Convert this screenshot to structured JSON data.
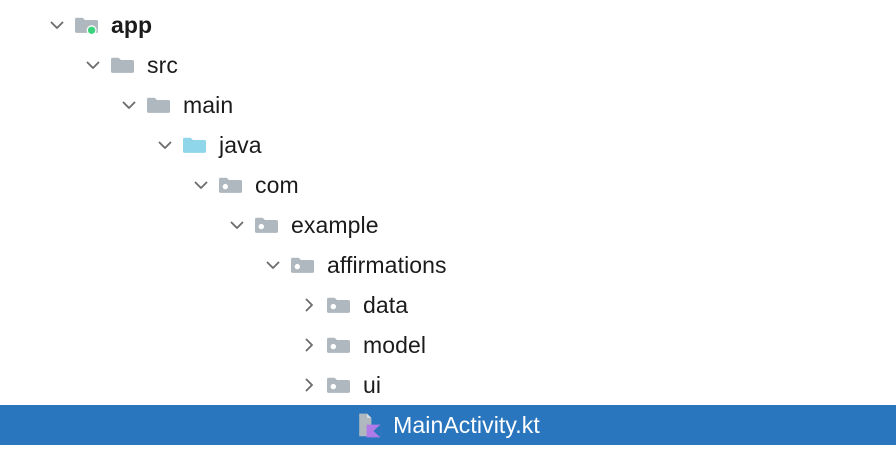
{
  "panel": {
    "name": "project-tree",
    "selection_color": "#2A76BE",
    "selection_text_color": "#ffffff",
    "text_color": "#1b1b1b",
    "folder_color": "#AFB8BF",
    "source_folder_color": "#8FD6EA",
    "badge_color": "#3DD47E",
    "kotlin_accent_color": "#B07BE8"
  },
  "tree": {
    "nodes": [
      {
        "label": "app",
        "depth": 0,
        "icon": "module-folder-icon",
        "state": "expanded",
        "bold": true,
        "selected": false,
        "badge": "green-dot-badge"
      },
      {
        "label": "src",
        "depth": 1,
        "icon": "folder-icon",
        "state": "expanded",
        "bold": false,
        "selected": false,
        "badge": ""
      },
      {
        "label": "main",
        "depth": 2,
        "icon": "folder-icon",
        "state": "expanded",
        "bold": false,
        "selected": false,
        "badge": ""
      },
      {
        "label": "java",
        "depth": 3,
        "icon": "source-root-folder-icon",
        "state": "expanded",
        "bold": false,
        "selected": false,
        "badge": ""
      },
      {
        "label": "com",
        "depth": 4,
        "icon": "package-icon",
        "state": "expanded",
        "bold": false,
        "selected": false,
        "badge": ""
      },
      {
        "label": "example",
        "depth": 5,
        "icon": "package-icon",
        "state": "expanded",
        "bold": false,
        "selected": false,
        "badge": ""
      },
      {
        "label": "affirmations",
        "depth": 6,
        "icon": "package-icon",
        "state": "expanded",
        "bold": false,
        "selected": false,
        "badge": ""
      },
      {
        "label": "data",
        "depth": 7,
        "icon": "package-icon",
        "state": "collapsed",
        "bold": false,
        "selected": false,
        "badge": ""
      },
      {
        "label": "model",
        "depth": 7,
        "icon": "package-icon",
        "state": "collapsed",
        "bold": false,
        "selected": false,
        "badge": ""
      },
      {
        "label": "ui",
        "depth": 7,
        "icon": "package-icon",
        "state": "collapsed",
        "bold": false,
        "selected": false,
        "badge": ""
      },
      {
        "label": "MainActivity.kt",
        "depth": 7,
        "icon": "kotlin-file-icon",
        "state": "leaf",
        "bold": false,
        "selected": true,
        "badge": ""
      }
    ]
  }
}
